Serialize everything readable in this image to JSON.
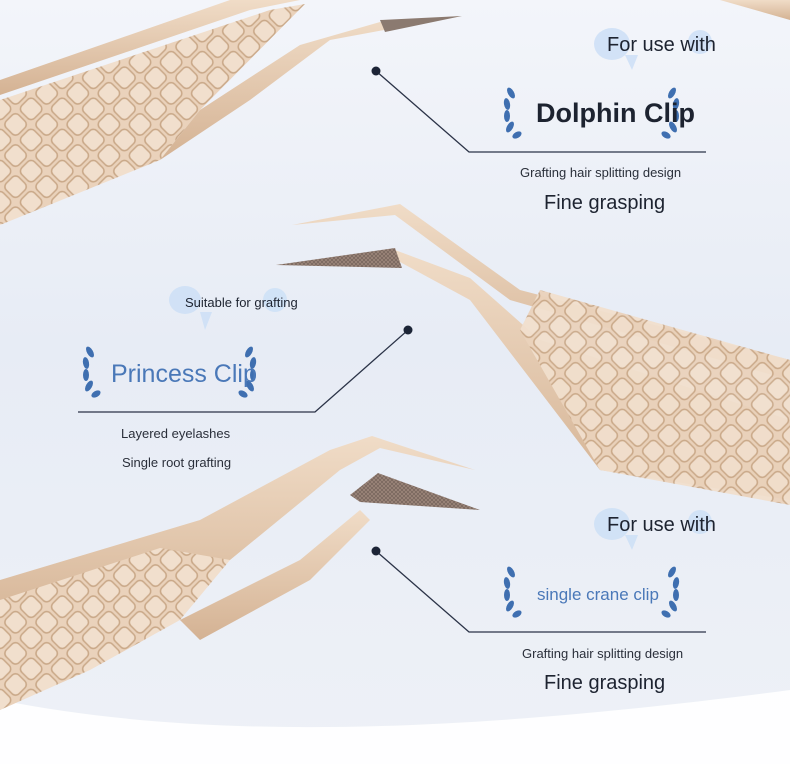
{
  "colors": {
    "gold": "#e6c9ad",
    "gold_dark": "#c8a585",
    "blue_title": "#4a78b8",
    "dark_text": "#1d2330",
    "line": "#2b3347",
    "laurel": "#3f6fb0"
  },
  "section_top": {
    "intro": "For use with",
    "name": "Dolphin Clip",
    "detail": "Grafting hair splitting design",
    "feature": "Fine grasping"
  },
  "section_middle": {
    "intro": "Suitable for grafting",
    "name": "Princess Clip",
    "detail_1": "Layered eyelashes",
    "detail_2": "Single root grafting"
  },
  "section_bottom": {
    "intro": "For use with",
    "name": "single crane clip",
    "detail": "Grafting hair splitting design",
    "feature": "Fine grasping"
  }
}
